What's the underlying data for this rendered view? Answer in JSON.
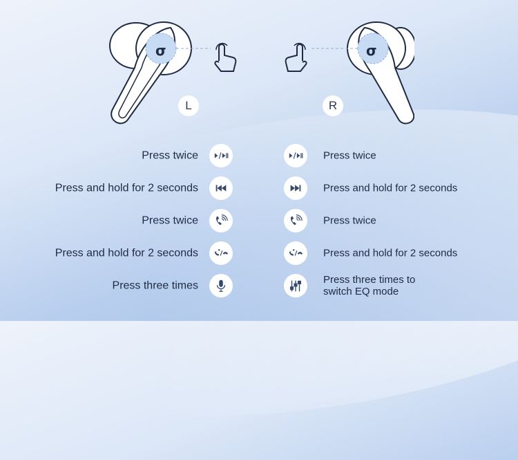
{
  "earbuds": {
    "left_label": "L",
    "right_label": "R"
  },
  "controls": {
    "left": [
      {
        "label": "Press twice",
        "icon": "play-pause-icon"
      },
      {
        "label": "Press and hold for 2 seconds",
        "icon": "previous-track-icon"
      },
      {
        "label": "Press twice",
        "icon": "answer-call-icon"
      },
      {
        "label": "Press and hold for 2 seconds",
        "icon": "reject-end-call-icon"
      },
      {
        "label": "Press three times",
        "icon": "microphone-icon"
      }
    ],
    "right": [
      {
        "label": "Press twice",
        "icon": "play-pause-icon"
      },
      {
        "label": "Press and hold for 2 seconds",
        "icon": "next-track-icon"
      },
      {
        "label": "Press twice",
        "icon": "answer-call-icon"
      },
      {
        "label": "Press and hold for 2 seconds",
        "icon": "reject-end-call-icon"
      },
      {
        "label": "Press three times to switch EQ mode",
        "icon": "equalizer-icon"
      }
    ]
  },
  "colors": {
    "ink": "#1e2b42",
    "icon": "#34496b",
    "touch": "#c8dbf5"
  }
}
